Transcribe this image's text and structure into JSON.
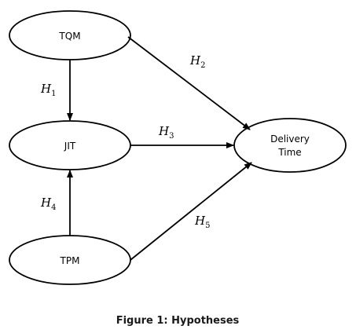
{
  "diagram": {
    "nodes": {
      "tqm": {
        "label": "TQM"
      },
      "jit": {
        "label": "JIT"
      },
      "tpm": {
        "label": "TPM"
      },
      "delivery": {
        "line1": "Delivery",
        "line2": "Time"
      }
    },
    "edges": {
      "h1": {
        "symbol": "H",
        "index": "1"
      },
      "h2": {
        "symbol": "H",
        "index": "2"
      },
      "h3": {
        "symbol": "H",
        "index": "3"
      },
      "h4": {
        "symbol": "H",
        "index": "4"
      },
      "h5": {
        "symbol": "H",
        "index": "5"
      }
    }
  },
  "caption": "Figure 1: Hypotheses"
}
